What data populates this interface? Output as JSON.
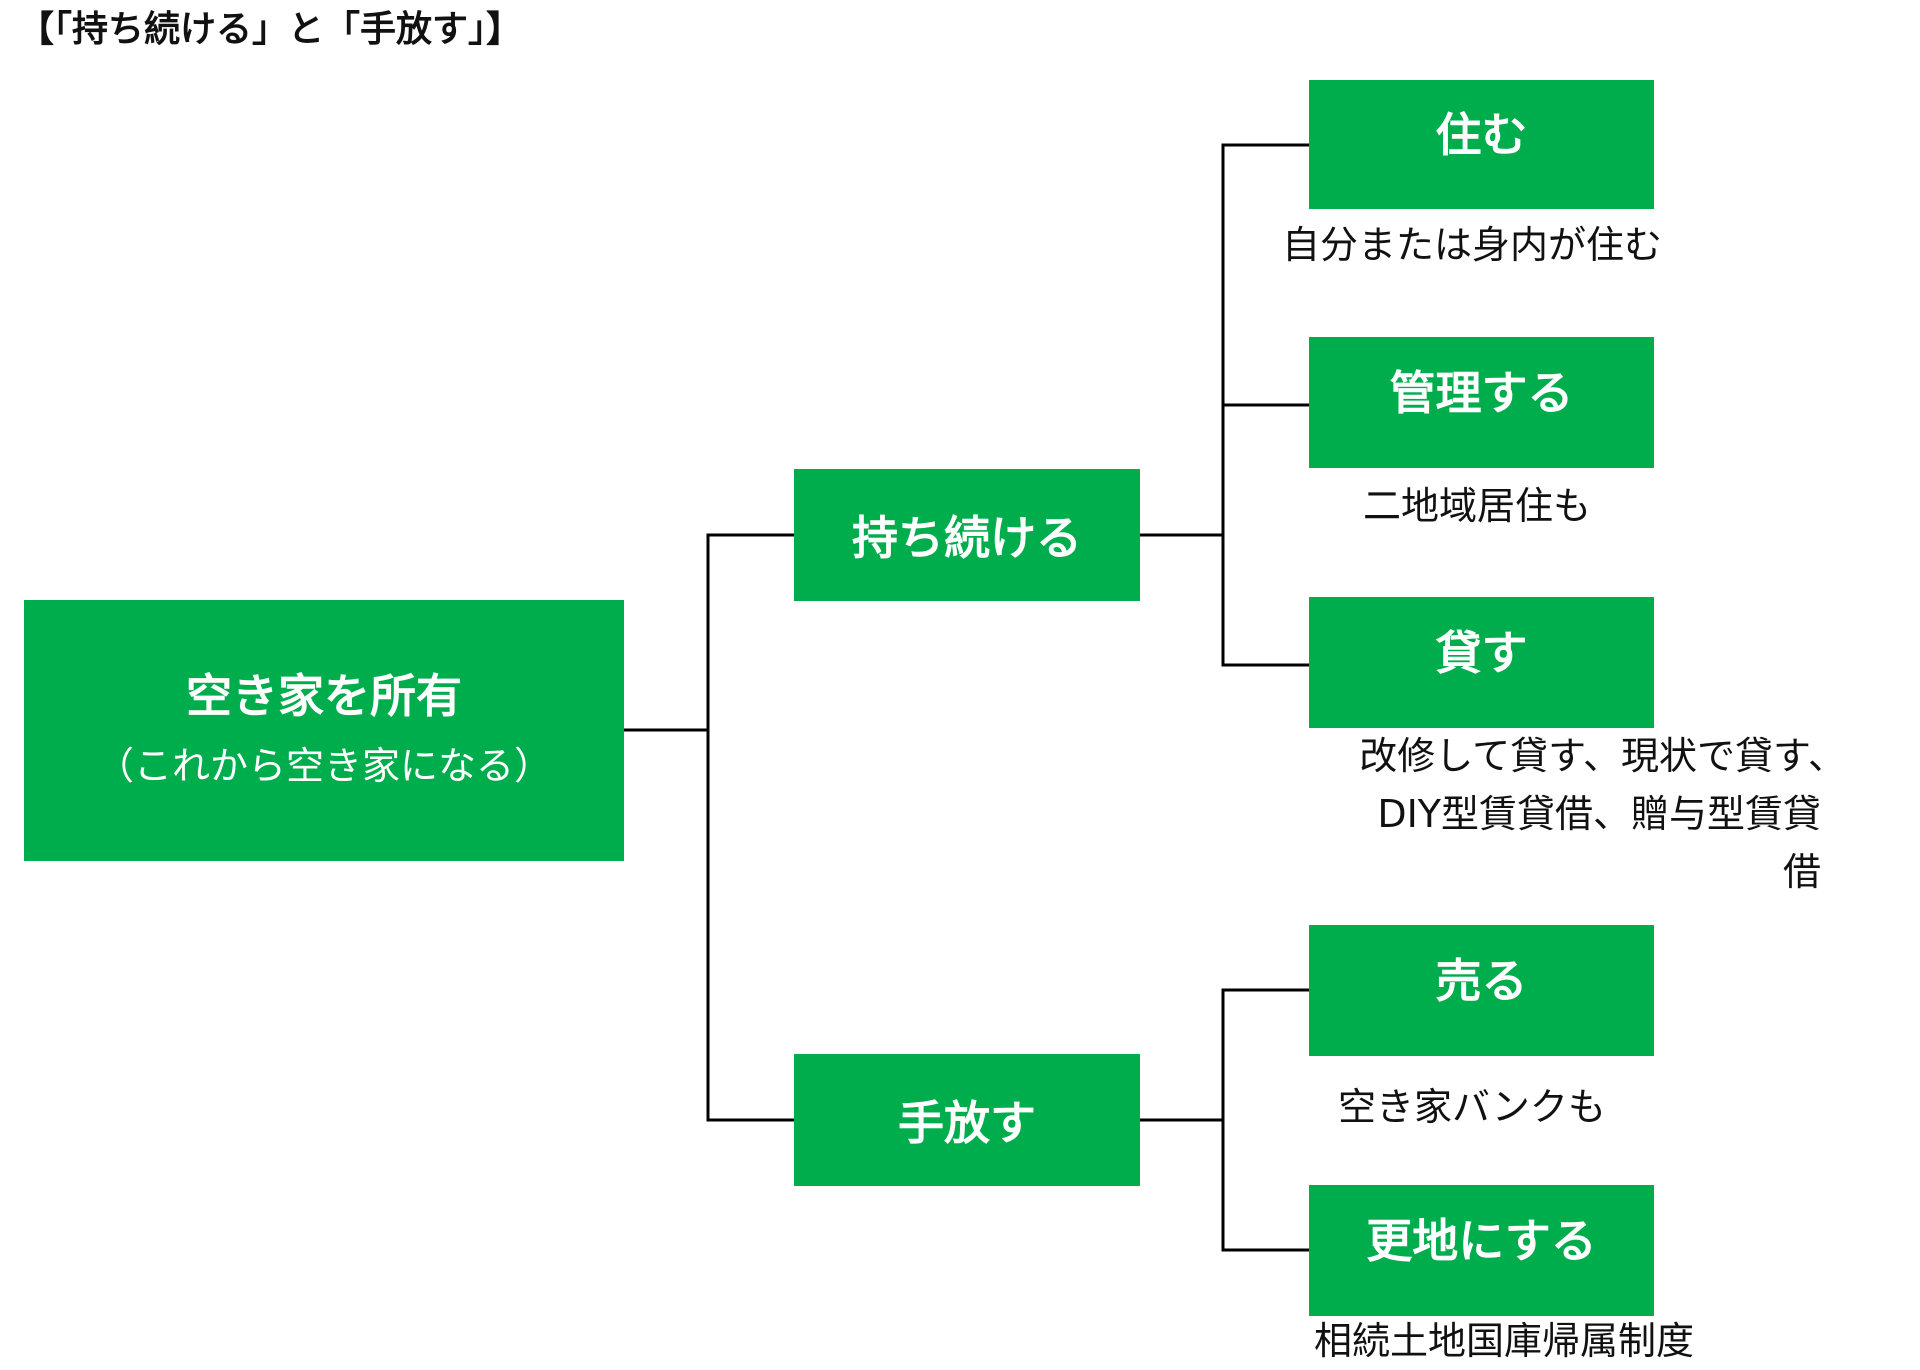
{
  "title": "【「持ち続ける」と「手放す」】",
  "colors": {
    "box_fill": "#00ad4c",
    "box_text": "#ffffff",
    "connector": "#000000"
  },
  "root": {
    "label": "空き家を所有",
    "sublabel": "（これから空き家になる）"
  },
  "branches": [
    {
      "label": "持ち続ける",
      "options": [
        {
          "label": "住む",
          "note": "自分または身内が住む"
        },
        {
          "label": "管理する",
          "note": "二地域居住も"
        },
        {
          "label": "貸す",
          "note_lines": [
            "改修して貸す、現状で貸す、",
            "DIY型賃貸借、贈与型賃貸",
            "借"
          ]
        }
      ]
    },
    {
      "label": "手放す",
      "options": [
        {
          "label": "売る",
          "note": "空き家バンクも"
        },
        {
          "label": "更地にする",
          "note": "相続土地国庫帰属制度"
        }
      ]
    }
  ]
}
